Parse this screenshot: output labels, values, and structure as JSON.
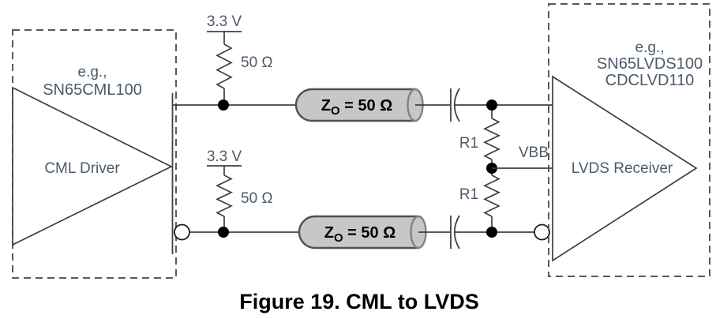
{
  "figure": {
    "caption": "Figure 19. CML to LVDS",
    "driver": {
      "example_prefix": "e.g.,",
      "part": "SN65CML100",
      "label": "CML Driver"
    },
    "receiver": {
      "example_prefix": "e.g.,",
      "part1": "SN65LVDS100",
      "part2": "CDCLVD110",
      "label": "LVDS Receiver"
    },
    "supply": {
      "voltage": "3.3 V",
      "pullup_resistor": "50 Ω"
    },
    "transmission_line": {
      "symbol": "Z",
      "subscript": "O",
      "value": " = 50 Ω"
    },
    "termination": {
      "resistor_label": "R1",
      "bias_node": "VBB"
    },
    "colors": {
      "wire": "#3f4042",
      "dashed_border": "#59595b",
      "label_text": "#4d5a68",
      "caption_text": "#000000",
      "cylinder_fill": "#c6c7c9",
      "cylinder_stroke": "#4f5052",
      "cylinder_end_stroke": "#7f8183"
    }
  }
}
